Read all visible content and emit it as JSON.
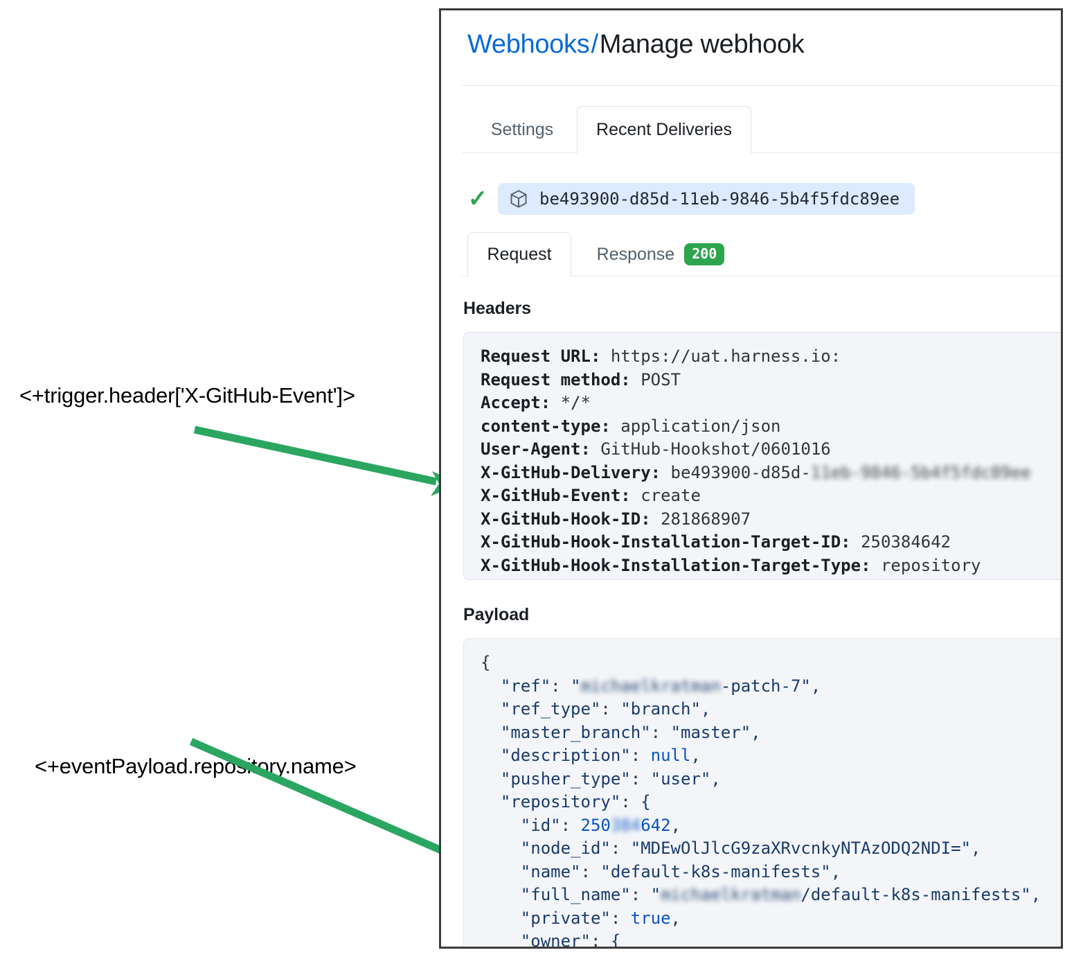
{
  "annotations": [
    {
      "id": "header-expr",
      "text": "<+trigger.header['X-GitHub-Event']>"
    },
    {
      "id": "payload-expr",
      "text": "<+eventPayload.repository.name>"
    }
  ],
  "colors": {
    "link": "#0969da",
    "success_green": "#2da44e",
    "arrow_green": "#2aa661",
    "chip_blue": "#ddeaff",
    "code_bg": "#f3f5f8",
    "panel_border": "#3b3b3b"
  },
  "panel": {
    "breadcrumb": {
      "parent": "Webhooks",
      "separator": "/",
      "current": "Manage webhook"
    },
    "primary_tabs": [
      {
        "label": "Settings",
        "active": false
      },
      {
        "label": "Recent Deliveries",
        "active": true
      }
    ],
    "delivery": {
      "status_icon": "check-icon",
      "package_icon": "package-icon",
      "id": "be493900-d85d-11eb-9846-5b4f5fdc89ee"
    },
    "secondary_tabs": [
      {
        "label": "Request",
        "active": true,
        "badge": null
      },
      {
        "label": "Response",
        "active": false,
        "badge": "200"
      }
    ],
    "headers_section": {
      "heading": "Headers",
      "lines": [
        {
          "key": "Request URL:",
          "value": " https://uat.harness.io:"
        },
        {
          "key": "Request method:",
          "value": " POST"
        },
        {
          "key": "Accept:",
          "value": " */*"
        },
        {
          "key": "content-type:",
          "value": " application/json"
        },
        {
          "key": "User-Agent:",
          "value": " GitHub-Hookshot/0601016"
        },
        {
          "key": "X-GitHub-Delivery:",
          "value": " be493900-d85d-",
          "redacted": "11eb-9846-5b4f5fdc89ee"
        },
        {
          "key": "X-GitHub-Event:",
          "value": " create"
        },
        {
          "key": "X-GitHub-Hook-ID:",
          "value": " 281868907"
        },
        {
          "key": "X-GitHub-Hook-Installation-Target-ID:",
          "value": " 250384642"
        },
        {
          "key": "X-GitHub-Hook-Installation-Target-Type:",
          "value": " repository"
        }
      ]
    },
    "payload_section": {
      "heading": "Payload",
      "lines": [
        {
          "indent": 0,
          "text": "{"
        },
        {
          "indent": 1,
          "key": "\"ref\"",
          "sep": ": ",
          "open": "\"",
          "redacted": "michaelkratman",
          "value": "-patch-7\","
        },
        {
          "indent": 1,
          "key": "\"ref_type\"",
          "sep": ": ",
          "value": "\"branch\","
        },
        {
          "indent": 1,
          "key": "\"master_branch\"",
          "sep": ": ",
          "value": "\"master\","
        },
        {
          "indent": 1,
          "key": "\"description\"",
          "sep": ": ",
          "literal": "null",
          "value": ","
        },
        {
          "indent": 1,
          "key": "\"pusher_type\"",
          "sep": ": ",
          "value": "\"user\","
        },
        {
          "indent": 1,
          "key": "\"repository\"",
          "sep": ": ",
          "value": "{"
        },
        {
          "indent": 2,
          "key": "\"id\"",
          "sep": ": ",
          "literal_pre": "250",
          "redacted": "384",
          "literal_post": "642",
          "value": ","
        },
        {
          "indent": 2,
          "key": "\"node_id\"",
          "sep": ": ",
          "value": "\"MDEwOlJlcG9zaXRvcnkyNTAzODQ2NDI=\","
        },
        {
          "indent": 2,
          "key": "\"name\"",
          "sep": ": ",
          "value": "\"default-k8s-manifests\","
        },
        {
          "indent": 2,
          "key": "\"full_name\"",
          "sep": ": ",
          "open": "\"",
          "redacted": "michaelkratman",
          "value": "/default-k8s-manifests\","
        },
        {
          "indent": 2,
          "key": "\"private\"",
          "sep": ": ",
          "literal": "true",
          "value": ","
        },
        {
          "indent": 2,
          "key": "\"owner\"",
          "sep": ": ",
          "value": "{"
        }
      ]
    }
  }
}
